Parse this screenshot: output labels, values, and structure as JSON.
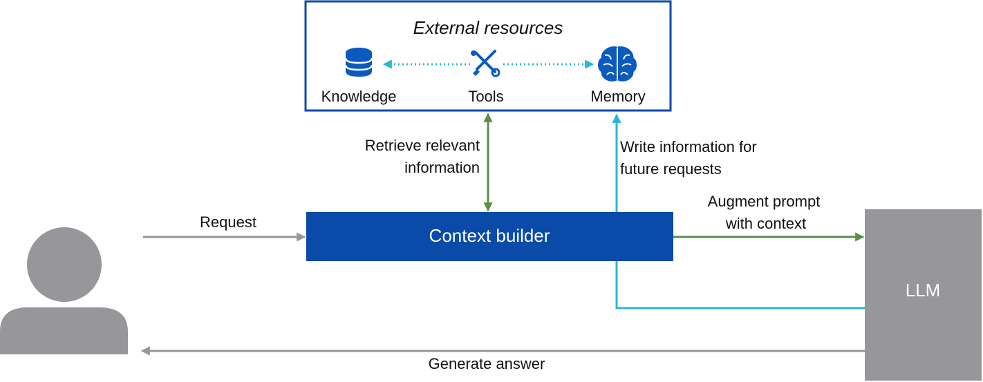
{
  "external_resources": {
    "title": "External resources",
    "items": [
      {
        "label": "Knowledge",
        "icon": "database-icon"
      },
      {
        "label": "Tools",
        "icon": "tools-icon"
      },
      {
        "label": "Memory",
        "icon": "brain-icon"
      }
    ]
  },
  "flows": {
    "retrieve": "Retrieve relevant information",
    "write": "Write information for future requests",
    "request": "Request",
    "augment": "Augment prompt with context",
    "generate": "Generate answer"
  },
  "boxes": {
    "context_builder": "Context builder",
    "llm": "LLM"
  },
  "user": {
    "icon": "user-icon"
  },
  "colors": {
    "dark_blue": "#0a4aa8",
    "cyan": "#29b6d6",
    "green": "#5a8f4a",
    "gray": "#96969b",
    "icon_blue": "#0a5ac0"
  }
}
